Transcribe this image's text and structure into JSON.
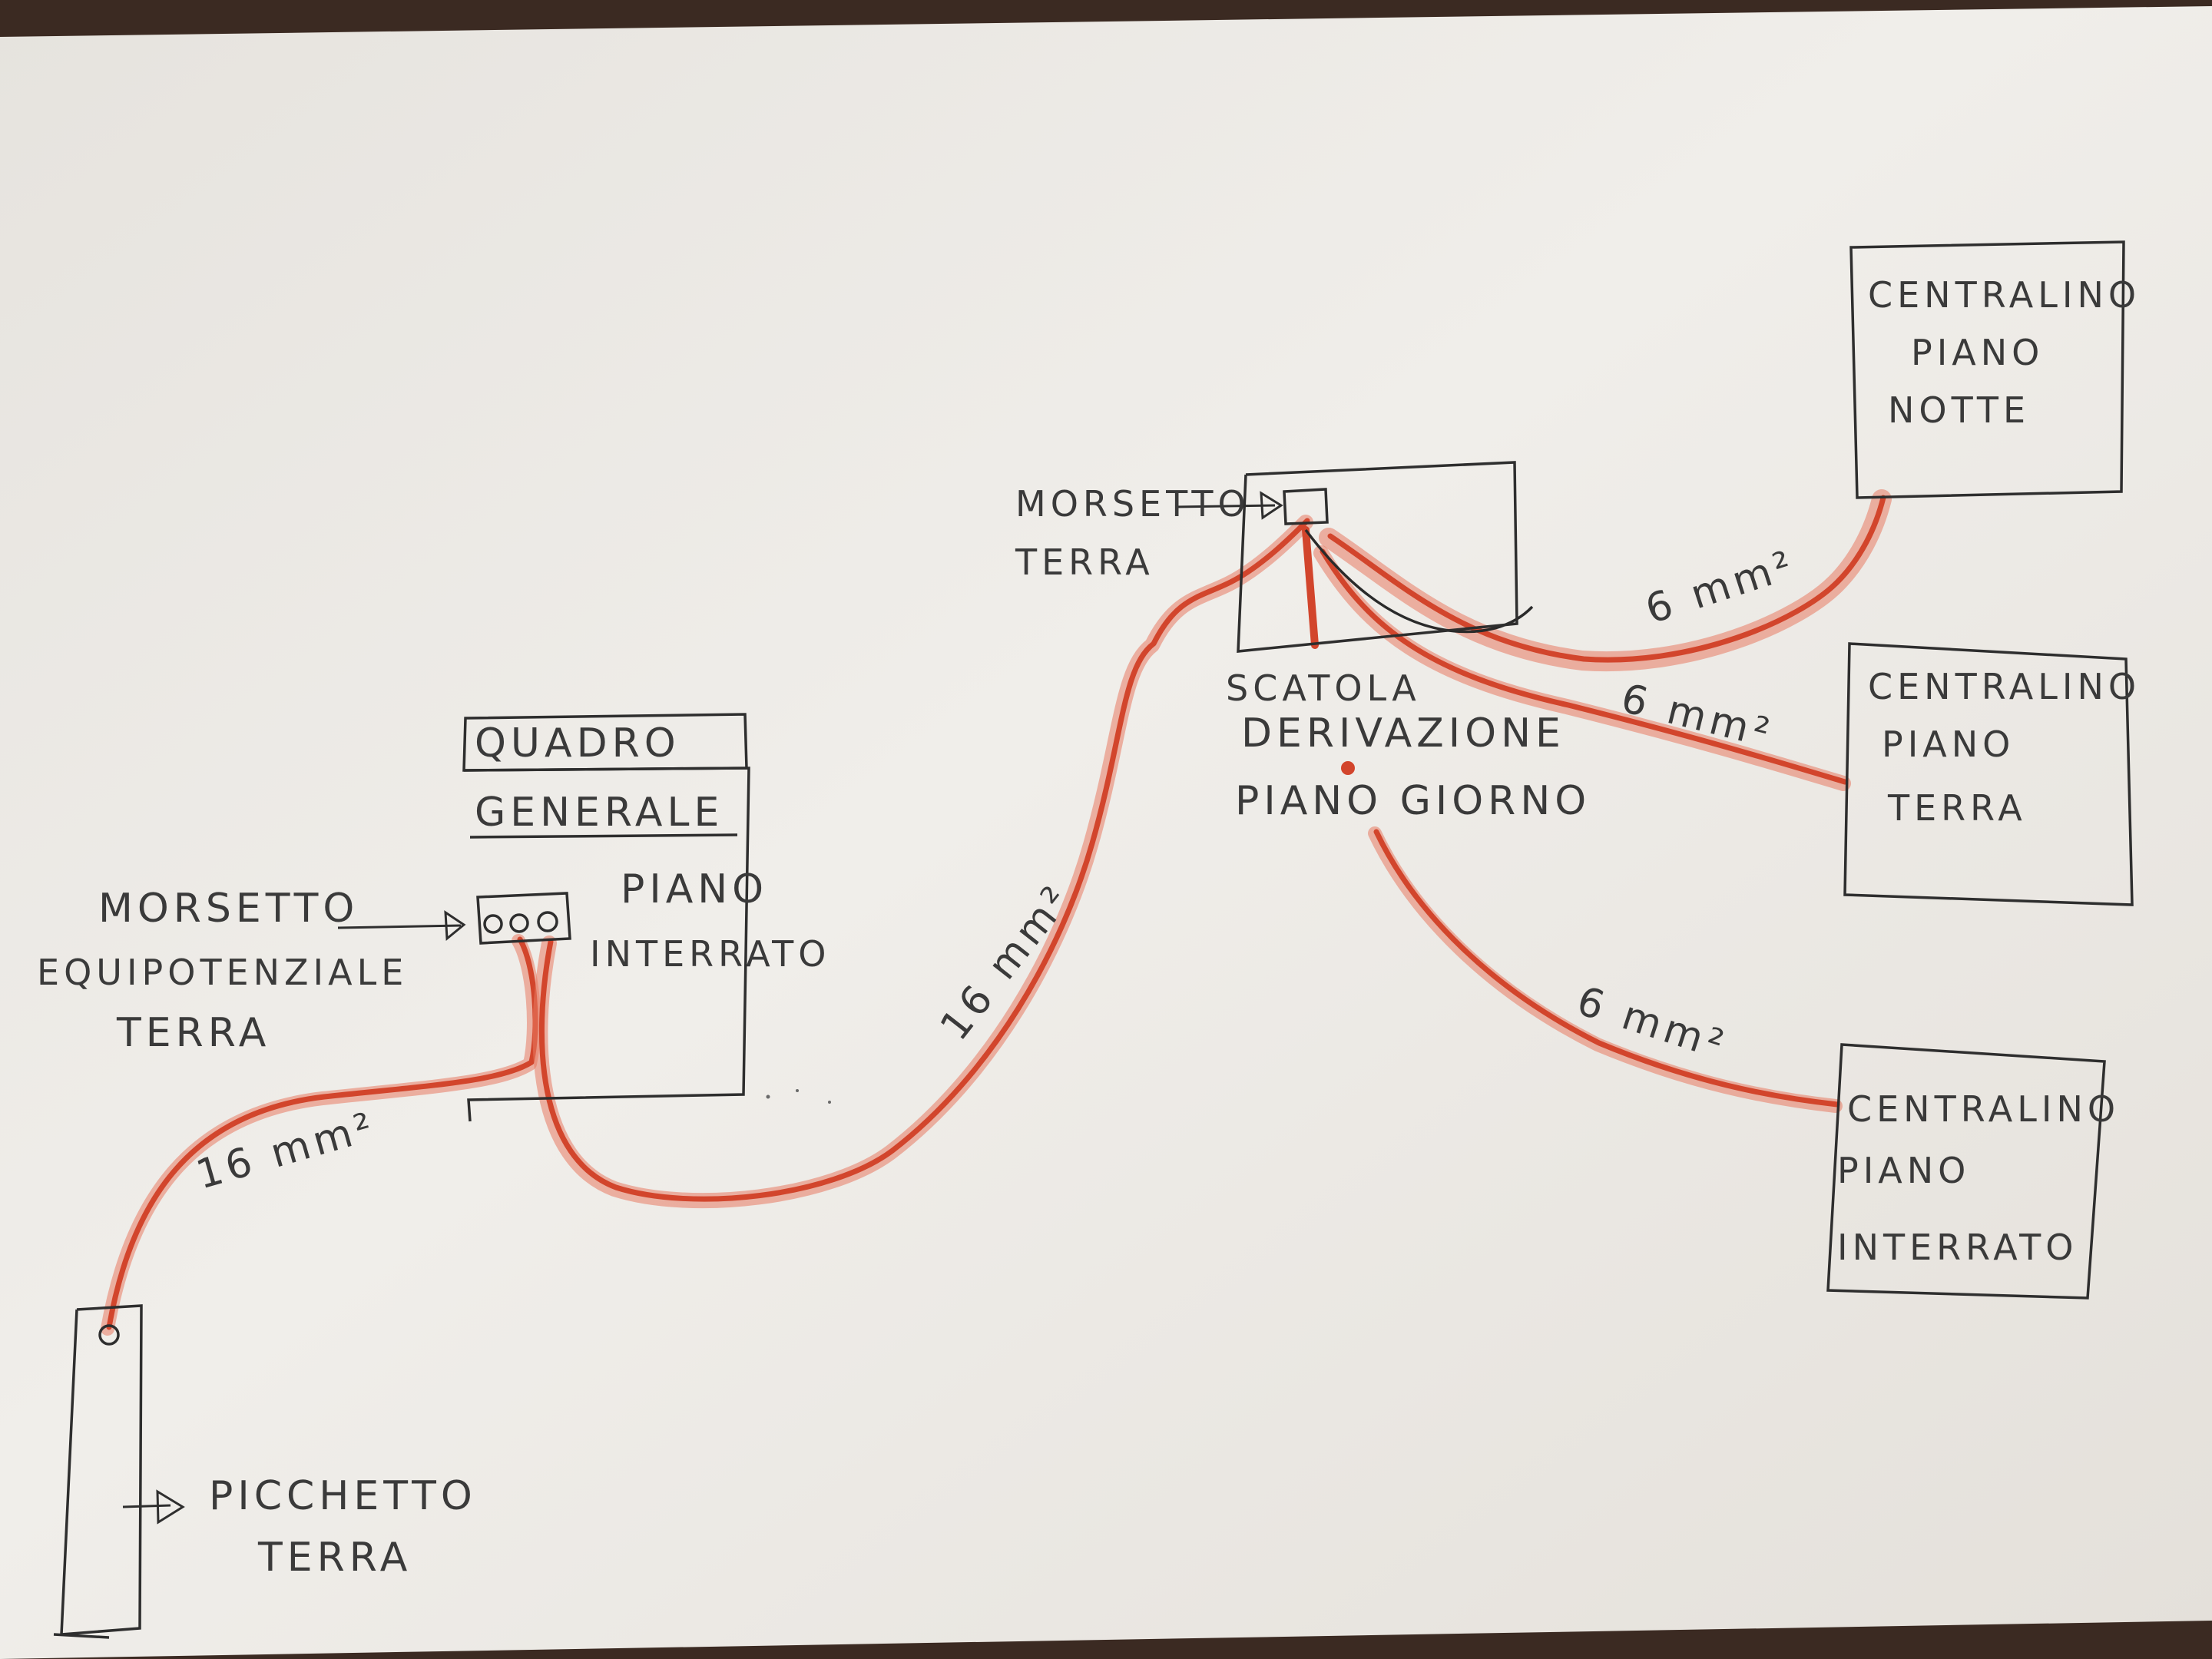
{
  "colors": {
    "paper": "#eeebe6",
    "paper_edge": "#3b2a22",
    "ink": "#2e2e2e",
    "wire_red": "#d2452c",
    "wire_red_light": "#e87a62"
  },
  "quadro": {
    "title_line1": "QUADRO",
    "title_line2": "GENERALE",
    "subtitle_line1": "PIANO",
    "subtitle_line2": "INTERRATO"
  },
  "labels": {
    "morsetto_equipotenziale": [
      "MORSETTO",
      "EQUIPOTENZIALE",
      "TERRA"
    ],
    "morsetto_terra": [
      "MORSETTO",
      "TERRA"
    ],
    "scatola": [
      "SCATOLA",
      "DERIVAZIONE",
      "PIANO GIORNO"
    ],
    "picchetto": [
      "PICCHETTO",
      "TERRA"
    ]
  },
  "centralini": {
    "notte": [
      "CENTRALINO",
      "PIANO",
      "NOTTE"
    ],
    "terra": [
      "CENTRALINO",
      "PIANO",
      "TERRA"
    ],
    "interrato": [
      "CENTRALINO",
      "PIANO",
      "INTERRATO"
    ]
  },
  "cables": {
    "picchetto_to_quadro": "16 mm²",
    "quadro_to_scatola": "16 mm²",
    "to_notte": "6 mm²",
    "to_terra": "6 mm²",
    "to_interrato": "6 mm²"
  }
}
